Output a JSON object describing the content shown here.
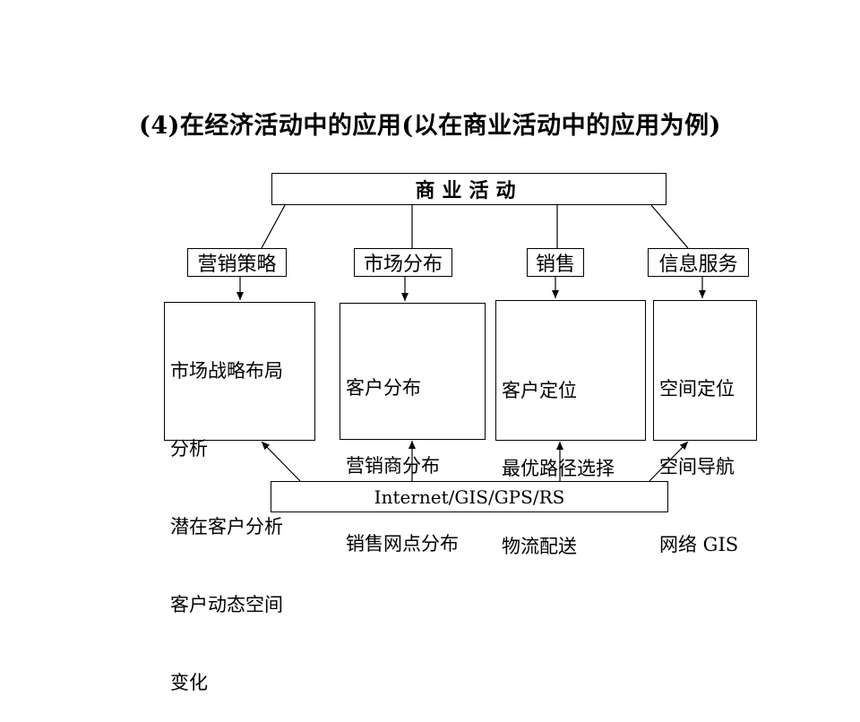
{
  "title": "(4)在经济活动中的应用(以在商业活动中的应用为例)",
  "top_node": "商业活动",
  "categories": [
    {
      "label": "营销策略",
      "details": [
        "市场战略布局",
        "分析",
        "潜在客户分析",
        "客户动态空间",
        "变化"
      ]
    },
    {
      "label": "市场分布",
      "details": [
        "客户分布",
        "营销商分布",
        "销售网点分布"
      ]
    },
    {
      "label": "销售",
      "details": [
        "客户定位",
        "最优路径选择",
        "物流配送"
      ]
    },
    {
      "label": "信息服务",
      "details": [
        "空间定位",
        "空间导航",
        "网络 GIS"
      ]
    }
  ],
  "bottom_node": "Internet/GIS/GPS/RS"
}
